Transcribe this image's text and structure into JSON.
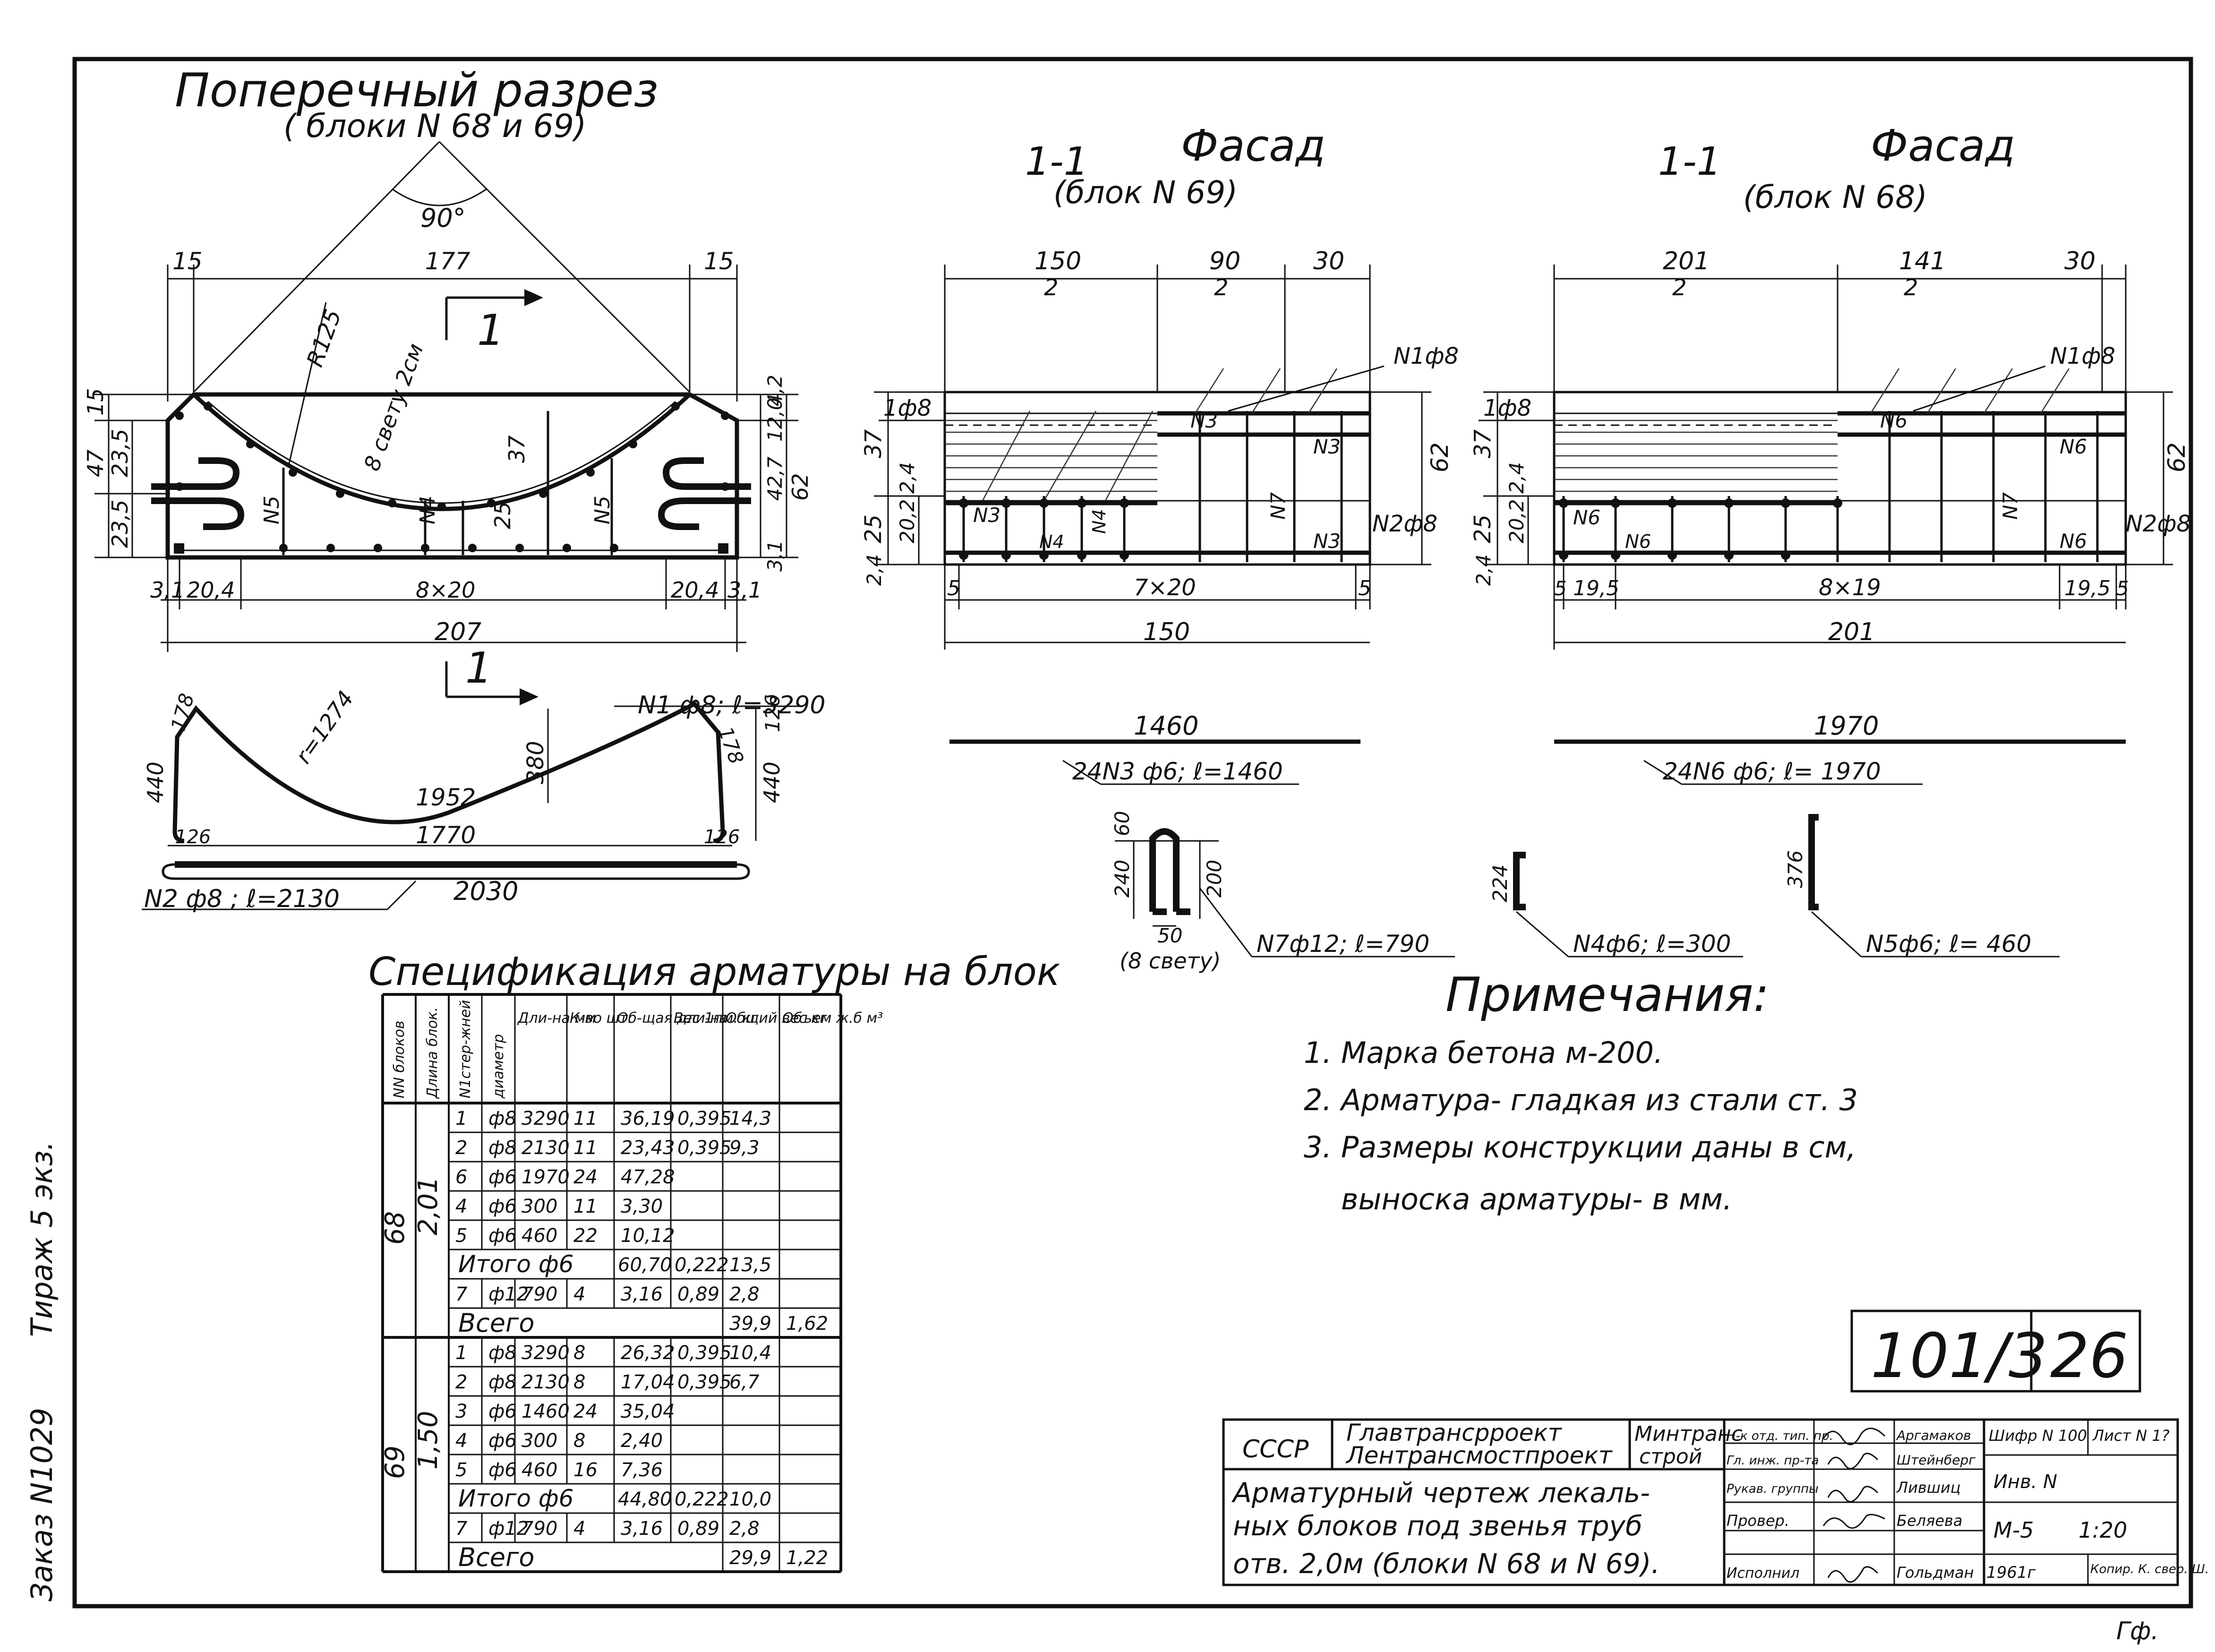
{
  "margin": {
    "order": "Заказ N1029",
    "copies": "Тираж 5 экз."
  },
  "corner": "Гф.",
  "section": {
    "title": "Поперечный разрез",
    "subtitle": "( блоки N 68 и 69)",
    "angle": "90°",
    "radius": "R125",
    "clear": "8 свету 2см",
    "cut": "1",
    "dims": {
      "top_left": "15",
      "top_mid": "177",
      "top_right": "15",
      "left_h1": "15",
      "left_h2": "47",
      "left_h3": "23,5",
      "left_h4": "23,5",
      "right_42": "4,2",
      "right_120": "12,0",
      "right_427": "42,7",
      "right_62": "62",
      "right_31": "3,1",
      "mid_37": "37",
      "mid_25": "25",
      "bot_31a": "3,1",
      "bot_204a": "20,4",
      "bot_8x20": "8×20",
      "bot_204b": "20,4",
      "bot_31b": "3,1",
      "bot_total": "207"
    },
    "marks": {
      "n5a": "N5",
      "n4": "N4",
      "n5b": "N5"
    }
  },
  "bar1": {
    "label": "N1 ф8; ℓ=3290",
    "radius": "r=1274",
    "len1952": "1952",
    "len380": "380",
    "len1770": "1770",
    "l440": "440",
    "r440": "440",
    "l178": "178",
    "r178": "178",
    "r126": "126",
    "l126": "126",
    "r126b": "126"
  },
  "bar2": {
    "label": "N2 ф8 ; ℓ=2130",
    "len": "2030"
  },
  "facade69": {
    "cut": "1-1",
    "title": "Фасад",
    "subtitle": "(блок N 69)",
    "top150": "150",
    "top150d": "2",
    "top90": "90",
    "top90d": "2",
    "top30": "30",
    "n1": "N1ф8",
    "left1f8": "1ф8",
    "n2": "N2ф8",
    "n3a": "N3",
    "n3b": "N3",
    "n3c": "N3",
    "n3d": "N3",
    "n7": "N7",
    "n4a": "N4",
    "n4b": "N4",
    "h37": "37",
    "h24a": "2,4",
    "h202": "20,2",
    "h25": "25",
    "h24b": "2,4",
    "h62": "62",
    "b5a": "5",
    "b7x20": "7×20",
    "b5b": "5",
    "total": "150"
  },
  "facade68": {
    "cut": "1-1",
    "title": "Фасад",
    "subtitle": "(блок N 68)",
    "top201": "201",
    "top201d": "2",
    "top141": "141",
    "top141d": "2",
    "top30": "30",
    "n1": "N1ф8",
    "left1f8": "1ф8",
    "n2": "N2ф8",
    "n6a": "N6",
    "n6b": "N6",
    "n6c": "N6",
    "n6d": "N6",
    "n6e": "N6",
    "n7": "N7",
    "h37": "37",
    "h24a": "2,4",
    "h202": "20,2",
    "h25": "25",
    "h24b": "2,4",
    "h62": "62",
    "b5a": "5",
    "b195a": "19,5",
    "b8x19": "8×19",
    "b195b": "19,5",
    "b5b": "5",
    "total": "201"
  },
  "bar3": {
    "len": "1460",
    "label": "24N3 ф6; ℓ=1460"
  },
  "bar6": {
    "len": "1970",
    "label": "24N6 ф6; ℓ= 1970"
  },
  "bar7": {
    "h240": "240",
    "h60": "60",
    "h200": "200",
    "w50": "50",
    "clear": "(8 свету)",
    "label": "N7ф12; ℓ=790"
  },
  "bar4": {
    "h": "224",
    "label": "N4ф6; ℓ=300"
  },
  "bar5": {
    "h": "376",
    "label": "N5ф6; ℓ= 460"
  },
  "spec": {
    "title": "Спецификация арматуры на блок",
    "headers": [
      "NN блоков",
      "Длина блок.",
      "N1стер-жней",
      "диаметр",
      "Дли-на мм",
      "К-во шт.",
      "Об-щая дли-на",
      "Вес 1пм. кг",
      "Общий вес кг",
      "Объем ж.б м³"
    ],
    "blocks": [
      {
        "no": "68",
        "len": "2,01",
        "rows": [
          [
            "1",
            "ф8",
            "3290",
            "11",
            "36,19",
            "0,395",
            "14,3"
          ],
          [
            "2",
            "ф8",
            "2130",
            "11",
            "23,43",
            "0,395",
            "9,3"
          ],
          [
            "6",
            "ф6",
            "1970",
            "24",
            "47,28",
            "",
            ""
          ],
          [
            "4",
            "ф6",
            "300",
            "11",
            "3,30",
            "",
            ""
          ],
          [
            "5",
            "ф6",
            "460",
            "22",
            "10,12",
            "",
            ""
          ]
        ],
        "subtotal": {
          "label": "Итого ф6",
          "total_len": "60,70",
          "unit_w": "0,222",
          "weight": "13,5"
        },
        "row7": [
          "7",
          "ф12",
          "790",
          "4",
          "3,16",
          "0,89",
          "2,8"
        ],
        "total": {
          "label": "Всего",
          "weight": "39,9",
          "volume": "1,62"
        }
      },
      {
        "no": "69",
        "len": "1,50",
        "rows": [
          [
            "1",
            "ф8",
            "3290",
            "8",
            "26,32",
            "0,395",
            "10,4"
          ],
          [
            "2",
            "ф8",
            "2130",
            "8",
            "17,04",
            "0,395",
            "6,7"
          ],
          [
            "3",
            "ф6",
            "1460",
            "24",
            "35,04",
            "",
            ""
          ],
          [
            "4",
            "ф6",
            "300",
            "8",
            "2,40",
            "",
            ""
          ],
          [
            "5",
            "ф6",
            "460",
            "16",
            "7,36",
            "",
            ""
          ]
        ],
        "subtotal": {
          "label": "Итого ф6",
          "total_len": "44,80",
          "unit_w": "0,222",
          "weight": "10,0"
        },
        "row7": [
          "7",
          "ф12",
          "790",
          "4",
          "3,16",
          "0,89",
          "2,8"
        ],
        "total": {
          "label": "Всего",
          "weight": "29,9",
          "volume": "1,22"
        }
      }
    ]
  },
  "notes": {
    "title": "Примечания:",
    "items": [
      "1. Марка бетона   м-200.",
      "2. Арматура- гладкая из стали ст. 3",
      "3. Размеры конструкции даны в см,",
      "    выноска арматуры- в мм."
    ]
  },
  "sheet_no": {
    "series": "101/3",
    "page": "26"
  },
  "title_block": {
    "ussr": "СССР",
    "org1": "Главтрансрроект",
    "org2": "Лентрансмостпроект",
    "ministry1": "Минтранс",
    "ministry2": "строй",
    "title1": "Арматурный чертеж лекаль-",
    "title2": "ных блоков под звенья труб",
    "title3": "отв. 2,0м  (блоки N 68 и N 69).",
    "role1": "Н-к отд. тип. пр.",
    "role2": "Гл. инж. пр-та",
    "role3": "Рукав. группы",
    "role4": "Провер.",
    "role5": "Исполнил",
    "name1": "Аргамаков",
    "name2": "Штейнберг",
    "name3": "Лившиц",
    "name4": "Беляева",
    "name5": "Гольдман",
    "year": "1961г",
    "cipher": "Шифр N 100",
    "sheet": "Лист N 1?",
    "inv": "Инв. N",
    "mark": "М-5",
    "scale": "1:20",
    "copied": "Копир. К. свер. Ш."
  }
}
